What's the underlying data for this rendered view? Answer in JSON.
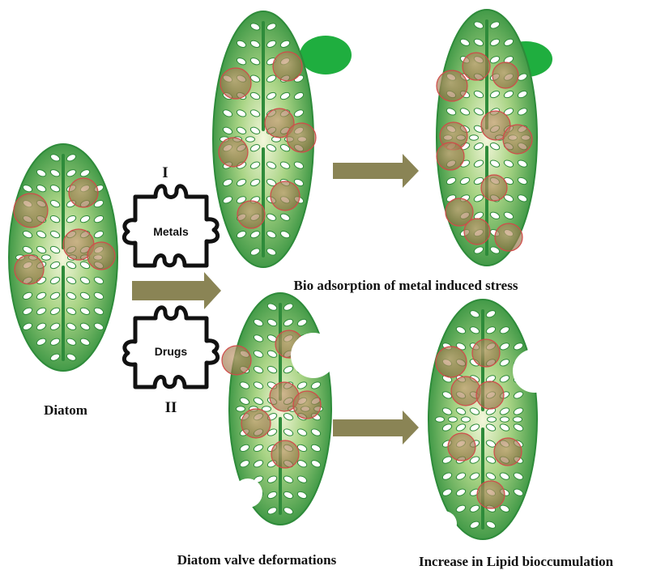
{
  "labels": {
    "diatom": "Diatom",
    "bio_adsorption": "Bio adsorption of metal induced stress",
    "valve_deformations": "Diatom valve deformations",
    "lipid": "Increase in Lipid bioccumulation",
    "route_one": "I",
    "route_two": "II",
    "metals": "Metals",
    "drugs": "Drugs"
  },
  "colors": {
    "cell_outer": "#2e8b3a",
    "cell_mid": "#6fbf5a",
    "cell_center": "#f2f6d8",
    "arrow": "#8a8455",
    "droplet": "#b98a5a",
    "droplet_ring": "#d24a4a",
    "metal_blob": "#1fae3f"
  }
}
